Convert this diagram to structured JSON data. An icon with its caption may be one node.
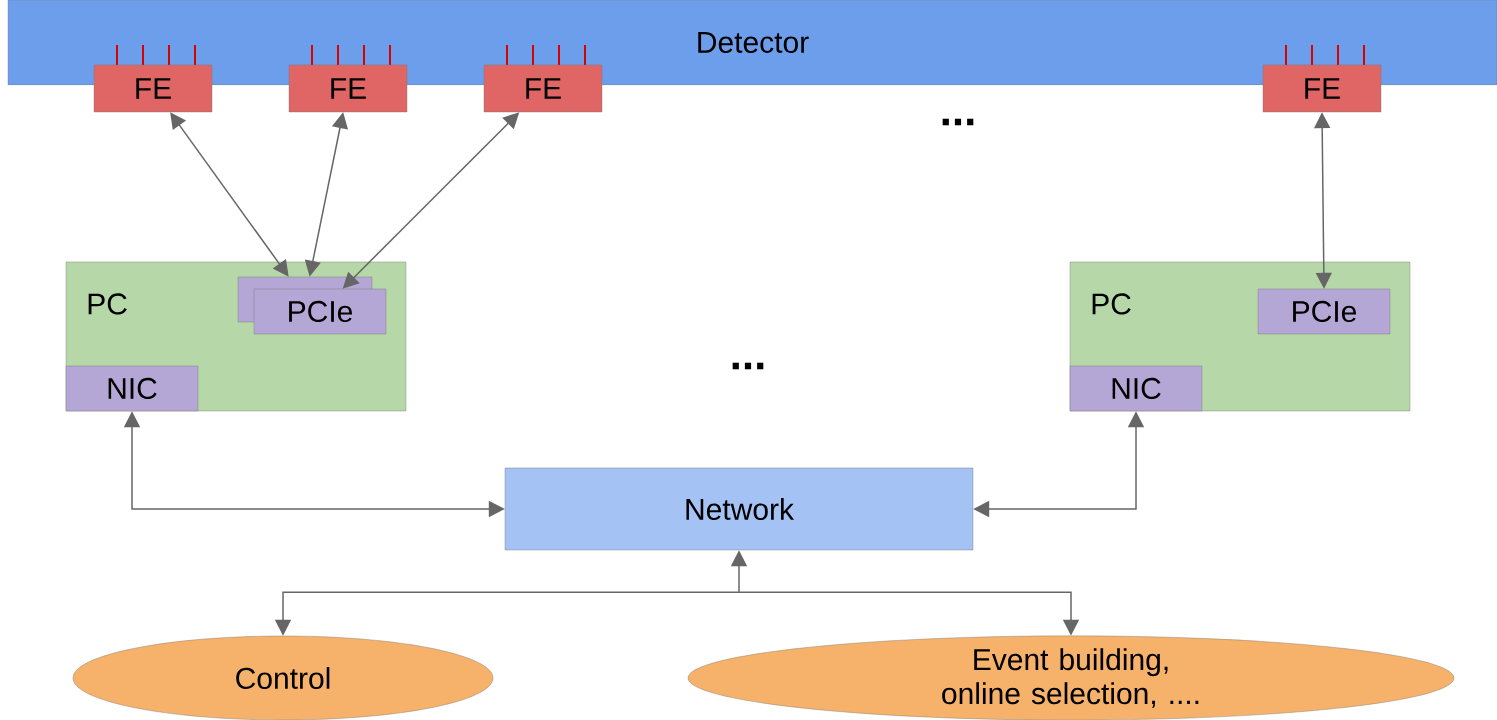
{
  "diagram": {
    "nodes": [
      {
        "text": [
          "Detector"
        ]
      },
      {
        "text": [
          "FE"
        ]
      },
      {
        "text": [
          "FE"
        ]
      },
      {
        "text": [
          "FE"
        ]
      },
      {
        "text": [
          "FE"
        ]
      },
      {
        "text": [
          "PC"
        ]
      },
      {
        "text": [],
        "shape": "box",
        "in": 5
      },
      {
        "text": [
          "PCIe"
        ],
        "in": 5
      },
      {
        "text": [
          "NIC"
        ],
        "in": 5
      },
      {
        "text": [
          "PC"
        ]
      },
      {
        "text": [
          "PCIe"
        ],
        "in": 9
      },
      {
        "text": [
          "NIC"
        ],
        "in": 9
      },
      {
        "text": [
          "Network"
        ]
      },
      {
        "text": [
          "Control"
        ]
      },
      {
        "text": [
          "Event building, online selection, ...."
        ]
      }
    ],
    "edges": [
      {
        "from": 1,
        "to": 6,
        "arrow": "both"
      },
      {
        "from": 2,
        "to": 6,
        "arrow": "both"
      },
      {
        "from": 3,
        "to": 7,
        "arrow": "both"
      },
      {
        "from": 4,
        "to": 10,
        "arrow": "both"
      },
      {
        "from": 8,
        "to": 12,
        "arrow": "both"
      },
      {
        "from": 11,
        "to": 12,
        "arrow": "both"
      },
      {
        "from": 12,
        "to": 13,
        "arrow": "both"
      },
      {
        "from": 12,
        "to": 14,
        "arrow": "both"
      }
    ],
    "labels": [
      "...",
      "..."
    ]
  }
}
